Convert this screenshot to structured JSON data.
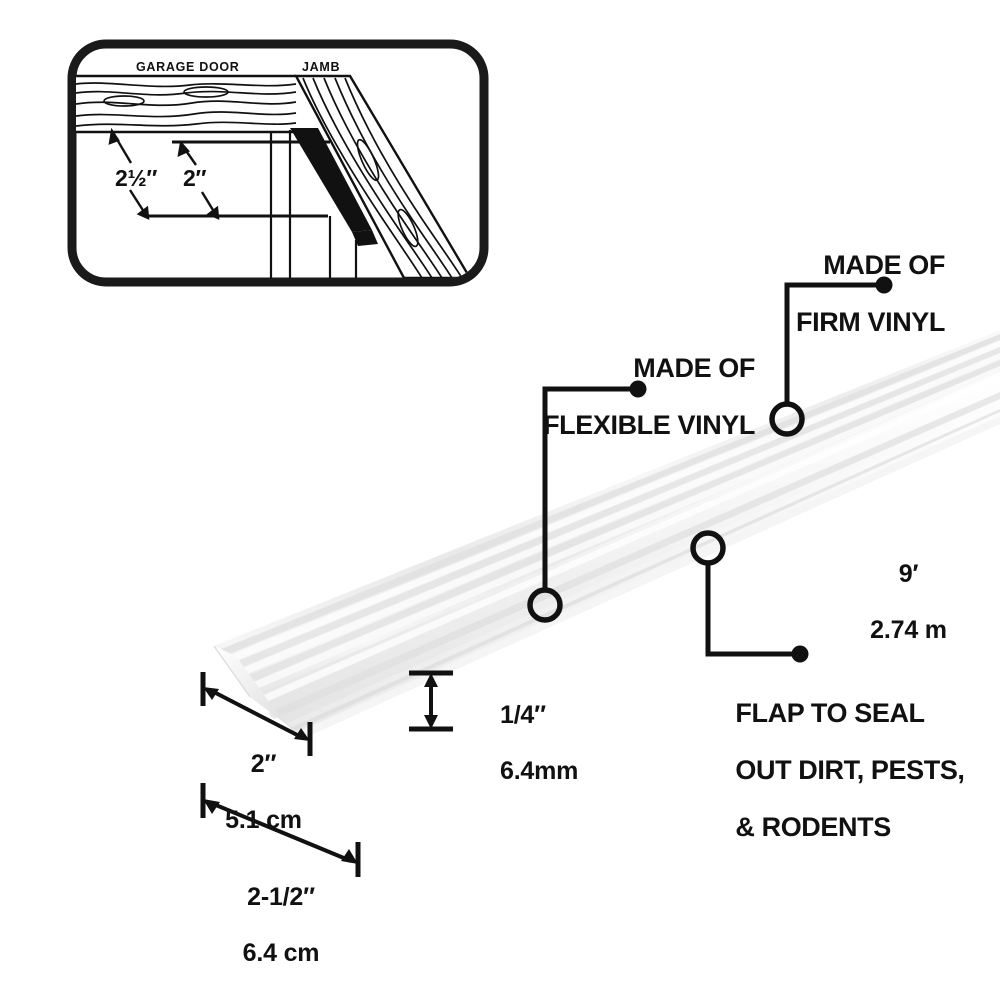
{
  "product": {
    "name": "garage-door-threshold-seal",
    "description": "White ribbed vinyl garage door threshold seal shown in perspective",
    "body_color": "#f2f2f2",
    "rib_shadow_color": "#e2e2e2",
    "highlight_color": "#fdfdfd"
  },
  "inset": {
    "title": "garage-door-jamb-installation-detail",
    "border_color": "#1a1a1a",
    "labels": {
      "garage_door": "GARAGE DOOR",
      "jamb": "JAMB"
    },
    "dimensions": {
      "outer": "2½″",
      "inner": "2″",
      "outer_value": "2 1/2 inch",
      "inner_value": "2 inch"
    }
  },
  "callouts": [
    {
      "id": "firm-vinyl",
      "line1": "MADE OF",
      "line2": "FIRM VINYL",
      "align": "right"
    },
    {
      "id": "flexible-vinyl",
      "line1": "MADE OF",
      "line2": "FLEXIBLE VINYL",
      "align": "right"
    },
    {
      "id": "flap-seal",
      "line1": "FLAP TO SEAL",
      "line2": "OUT DIRT, PESTS,",
      "line3": "& RODENTS",
      "align": "left"
    }
  ],
  "length_label": {
    "imperial": "9′",
    "metric": "2.74 m"
  },
  "dimensions": {
    "height": {
      "imperial": "1/4″",
      "metric": "6.4mm"
    },
    "top_width": {
      "imperial": "2″",
      "metric": "5.1 cm"
    },
    "base_width": {
      "imperial": "2-1/2″",
      "metric": "6.4 cm"
    }
  },
  "colors": {
    "ink": "#111111",
    "background": "#ffffff"
  }
}
